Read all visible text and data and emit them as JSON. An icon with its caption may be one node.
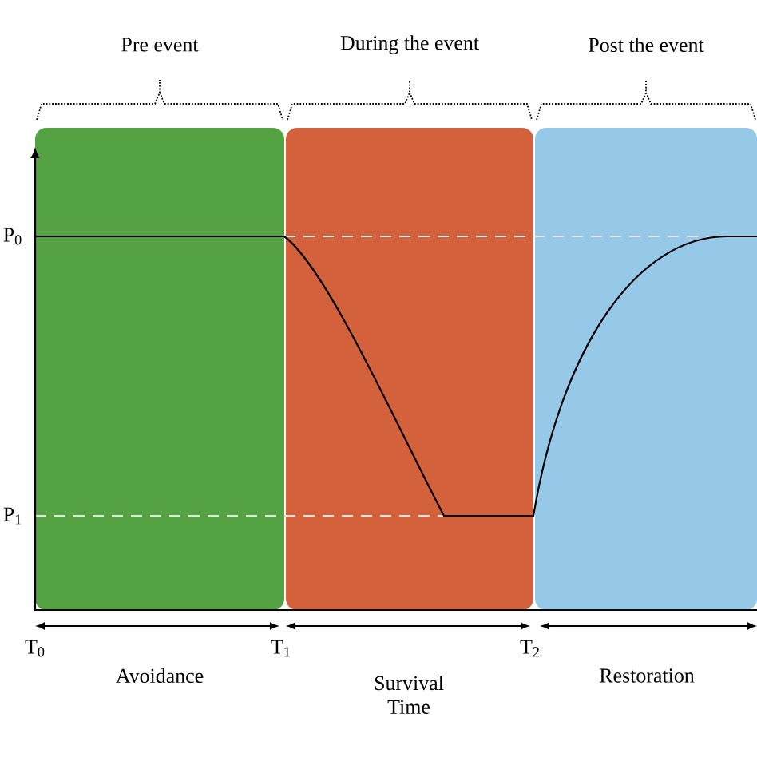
{
  "diagram": {
    "nodes": [
      {
        "text": [
          "Pre event"
        ]
      },
      {
        "text": [
          "During the event"
        ]
      },
      {
        "text": [
          "Post the event"
        ]
      }
    ],
    "labels": [
      "P$_{0}$",
      "P$_{1}$",
      "T$_{0}$",
      "T$_{1}$",
      "T$_{2}$",
      "Avoidance",
      "Survival Time",
      "Restoration"
    ]
  }
}
